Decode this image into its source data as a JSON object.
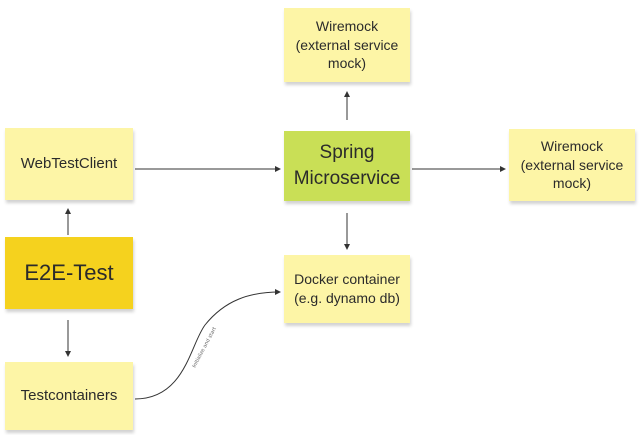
{
  "nodes": {
    "webtestclient": "WebTestClient",
    "e2e_test": "E2E-Test",
    "testcontainers": "Testcontainers",
    "wiremock_top": "Wiremock\n(external service\nmock)",
    "spring": "Spring\nMicroservice",
    "wiremock_right": "Wiremock\n(external service\nmock)",
    "docker": "Docker container\n(e.g. dynamo db)"
  },
  "edges": {
    "testcontainers_to_docker_label": "Initialize and start"
  },
  "colors": {
    "yellow_note": "#fdf5a6",
    "green_note": "#c9df56",
    "gold_note": "#f5d21e",
    "connector": "#333333"
  }
}
